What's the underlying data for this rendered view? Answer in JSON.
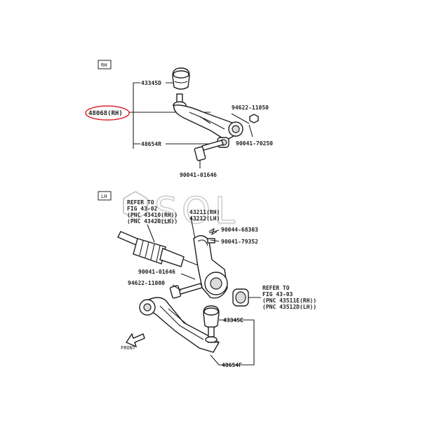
{
  "watermark": "SOL",
  "rh_section": {
    "tag": "RH",
    "labels": {
      "ball_joint_dust_cover": "43345D",
      "arm_assembly": "48068(RH)",
      "lower_arm": "48654R",
      "nut_a": "94622-11050",
      "bolt_a": "90041-70250",
      "bolt_b": "90041-01646"
    },
    "highlight_color": "#e0262d"
  },
  "lh_section": {
    "tag": "LH",
    "refer_upper": [
      "REFER TO",
      "FIG 43-02",
      "(PNC 43410(RH))",
      "(PNC 43420(LH))"
    ],
    "refer_lower": [
      "REFER TO",
      "FIG 43-03",
      "(PNC 43511E(RH))",
      "(PNC 43512D(LH))"
    ],
    "labels": {
      "knuckle_rh": "43211(RH)",
      "knuckle_lh": "43212(LH)",
      "cotter_pin": "90044-68303",
      "bolt_c": "90041-79352",
      "bolt_d": "90041-01646",
      "nut_b": "94622-11000",
      "dust_cover": "43345E",
      "lower_arm_front": "48654F"
    },
    "front_label": "FRONT"
  }
}
